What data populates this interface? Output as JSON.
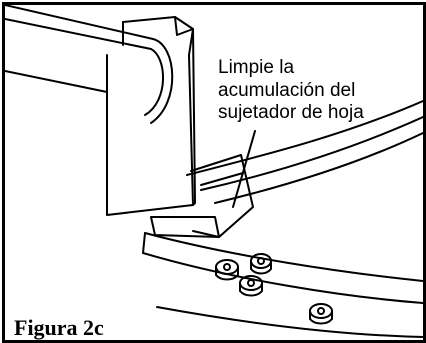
{
  "callout": {
    "lines": [
      "Limpie la",
      "acumulación del",
      "sujetador de hoja"
    ]
  },
  "figure_label": "Figura 2c"
}
